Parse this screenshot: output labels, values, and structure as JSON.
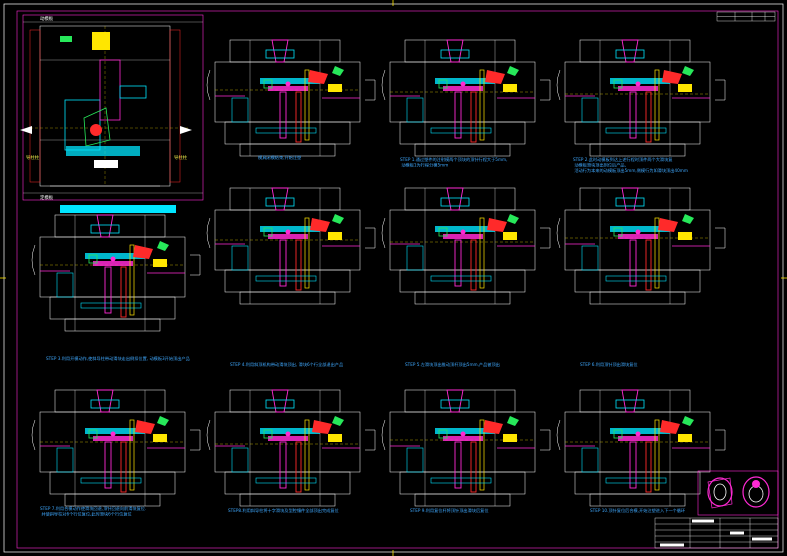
{
  "sheet": {
    "colors": {
      "background": "#000000",
      "frame_outer": "#ffffff",
      "frame_inner": "#ff2ad4",
      "plate": "#ffffff",
      "mold_cyan": "#00e5ff",
      "mold_magenta": "#ff2ad4",
      "mold_yellow": "#ffe600",
      "mold_green": "#27e85a",
      "mold_red": "#ff2a2a",
      "caption": "#3fa9ff"
    }
  },
  "overview": {
    "top_label": "动模板",
    "bottom_label": "定模板",
    "left_side_label": "导柱柱",
    "right_side_label": "导柱柱"
  },
  "steps": [
    {
      "caption": "模具闭模结束,开始注塑"
    },
    {
      "caption": "STEP 1.通过塑件的注射模两个顶块的顶针行程大于5mm,\n  动模板1为行程分模5mm"
    },
    {
      "caption": "STEP 2.此时动模板到达上述行程时顶件两个大滑块复\n  动模板滑块顶出到位后产品,\n  活动行为本来的动模板顶出5mm,侧模行为如滑块顶出40mm"
    },
    {
      "caption": "STEP 3.利用开模动作,使斜导柱带动滑块走出倒扣位置,  动模板3开始顶出产品"
    },
    {
      "caption": "STEP 4.利用斜顶机构带动滑块顶出, 滑块6个行全部退出产品"
    },
    {
      "caption": "STEP 5.左滑块顶出推动顶杆顶出5mm,产品被顶出"
    },
    {
      "caption": "STEP 6.利用顶针顶出滑块复位"
    },
    {
      "caption": "STEP 7.利用合模动作使滑块回退,顶针回退向前滑块复位.\n  并使斜导柱对6个行位复位,此时滑块6个行位复位"
    },
    {
      "caption": "STEP8.利用斜导柱将十字滑块及型腔镶件全部顶出完成复位"
    },
    {
      "caption": "STEP 9.利用复位杆将顶针顶出滑块后复位"
    },
    {
      "caption": "STEP 10.顶针复位后合模,开始注塑进入下一个循环"
    }
  ],
  "title_block": {
    "rows": [
      "",
      "",
      "",
      "",
      ""
    ]
  }
}
